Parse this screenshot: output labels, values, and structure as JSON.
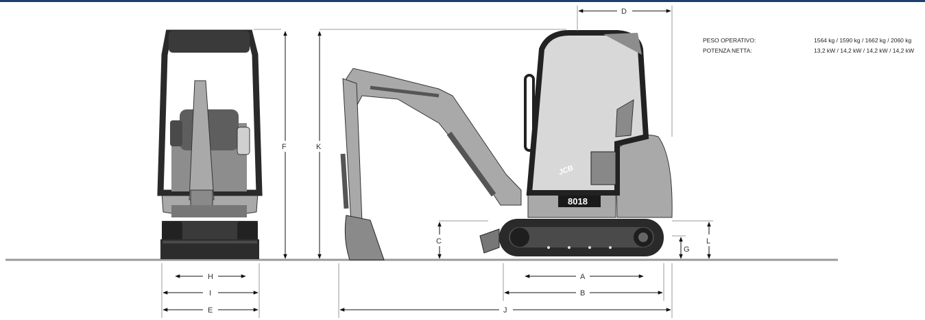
{
  "colors": {
    "topbar": "#1d3f6e",
    "machine_grey": "#a9a9a9",
    "machine_dark": "#2a2a2a",
    "ground": "#9a9a9a",
    "dimension_line": "#111111"
  },
  "dimension_labels": {
    "A": "A",
    "B": "B",
    "C": "C",
    "D": "D",
    "E": "E",
    "F": "F",
    "G": "G",
    "H": "H",
    "I": "I",
    "J": "J",
    "K": "K",
    "L": "L"
  },
  "badge": {
    "model": "8018",
    "logo_text": "JCB"
  },
  "specs": {
    "operating_weight_label": "PESO OPERATIVO:",
    "operating_weight_value": "1564 kg  / 1590 kg  / 1662 kg  / 2060 kg",
    "net_power_label": "POTENZA NETTA:",
    "net_power_value": "13,2 kW / 14,2 kW / 14,2 kW / 14,2 kW"
  }
}
